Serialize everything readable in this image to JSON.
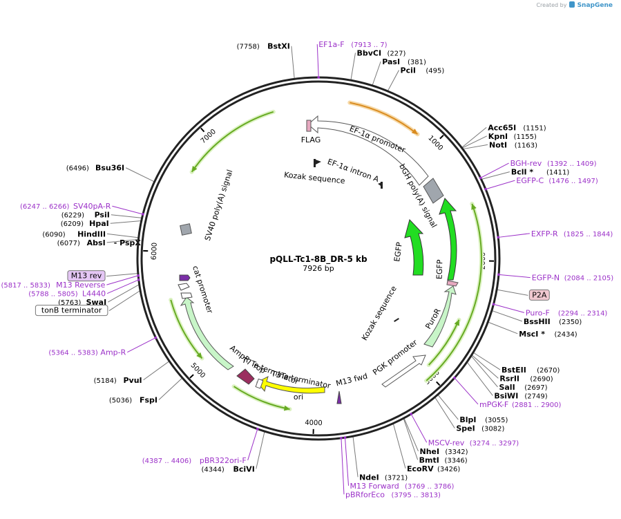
{
  "credit": {
    "created_by": "Created by",
    "brand": "SnapGene"
  },
  "plasmid": {
    "name": "pQLL-Tc1-8B_DR-5 kb",
    "size": "7926 bp",
    "length": 7926
  },
  "ticks": [
    {
      "bp": 1000,
      "label": "1000"
    },
    {
      "bp": 2000,
      "label": "2000"
    },
    {
      "bp": 3000,
      "label": "3000"
    },
    {
      "bp": 4000,
      "label": "4000"
    },
    {
      "bp": 5000,
      "label": "5000"
    },
    {
      "bp": 6000,
      "label": "6000"
    },
    {
      "bp": 7000,
      "label": "7000"
    }
  ],
  "sites": [
    {
      "bp": 7758,
      "name": "BstXI",
      "pos": "(7758)",
      "kind": "enzyme"
    },
    {
      "bp": 1,
      "name": "EF1a-F",
      "pos": "(7913 .. 7)",
      "kind": "primer"
    },
    {
      "bp": 227,
      "name": "BbvCI",
      "pos": "(227)",
      "kind": "enzyme"
    },
    {
      "bp": 381,
      "name": "PasI",
      "pos": "(381)",
      "kind": "enzyme"
    },
    {
      "bp": 495,
      "name": "PciI",
      "pos": "(495)",
      "kind": "enzyme"
    },
    {
      "bp": 1151,
      "name": "Acc65I",
      "pos": "(1151)",
      "kind": "enzyme"
    },
    {
      "bp": 1155,
      "name": "KpnI",
      "pos": "(1155)",
      "kind": "enzyme"
    },
    {
      "bp": 1163,
      "name": "NotI",
      "pos": "(1163)",
      "kind": "enzyme"
    },
    {
      "bp": 1400,
      "name": "BGH-rev",
      "pos": "(1392 .. 1409)",
      "kind": "primer"
    },
    {
      "bp": 1411,
      "name": "BclI *",
      "pos": "(1411)",
      "kind": "enzyme"
    },
    {
      "bp": 1486,
      "name": "EGFP-C",
      "pos": "(1476 .. 1497)",
      "kind": "primer"
    },
    {
      "bp": 1834,
      "name": "EXFP-R",
      "pos": "(1825 .. 1844)",
      "kind": "primer"
    },
    {
      "bp": 2094,
      "name": "EGFP-N",
      "pos": "(2084 .. 2105)",
      "kind": "primer"
    },
    {
      "bp": 2200,
      "name": "P2A",
      "pos": "",
      "kind": "feature-box"
    },
    {
      "bp": 2304,
      "name": "Puro-F",
      "pos": "(2294 .. 2314)",
      "kind": "primer"
    },
    {
      "bp": 2350,
      "name": "BssHII",
      "pos": "(2350)",
      "kind": "enzyme"
    },
    {
      "bp": 2434,
      "name": "MscI *",
      "pos": "(2434)",
      "kind": "enzyme"
    },
    {
      "bp": 2670,
      "name": "BstEII",
      "pos": "(2670)",
      "kind": "enzyme"
    },
    {
      "bp": 2690,
      "name": "RsrII",
      "pos": "(2690)",
      "kind": "enzyme"
    },
    {
      "bp": 2697,
      "name": "SalI",
      "pos": "(2697)",
      "kind": "enzyme"
    },
    {
      "bp": 2749,
      "name": "BsiWI",
      "pos": "(2749)",
      "kind": "enzyme"
    },
    {
      "bp": 2890,
      "name": "mPGK-F",
      "pos": "(2881 .. 2900)",
      "kind": "primer"
    },
    {
      "bp": 3055,
      "name": "BlpI",
      "pos": "(3055)",
      "kind": "enzyme"
    },
    {
      "bp": 3082,
      "name": "SpeI",
      "pos": "(3082)",
      "kind": "enzyme"
    },
    {
      "bp": 3285,
      "name": "MSCV-rev",
      "pos": "(3274 .. 3297)",
      "kind": "primer"
    },
    {
      "bp": 3342,
      "name": "NheI",
      "pos": "(3342)",
      "kind": "enzyme"
    },
    {
      "bp": 3346,
      "name": "BmtI",
      "pos": "(3346)",
      "kind": "enzyme"
    },
    {
      "bp": 3426,
      "name": "EcoRV",
      "pos": "(3426)",
      "kind": "enzyme"
    },
    {
      "bp": 3721,
      "name": "NdeI",
      "pos": "(3721)",
      "kind": "enzyme"
    },
    {
      "bp": 3777,
      "name": "M13 Forward",
      "pos": "(3769 .. 3786)",
      "kind": "primer"
    },
    {
      "bp": 3804,
      "name": "pBRforEco",
      "pos": "(3795 .. 3813)",
      "kind": "primer"
    },
    {
      "bp": 4344,
      "name": "BciVI",
      "pos": "(4344)",
      "kind": "enzyme"
    },
    {
      "bp": 4396,
      "name": "pBR322ori-F",
      "pos": "(4387 .. 4406)",
      "kind": "primer"
    },
    {
      "bp": 5036,
      "name": "FspI",
      "pos": "(5036)",
      "kind": "enzyme"
    },
    {
      "bp": 5184,
      "name": "PvuI",
      "pos": "(5184)",
      "kind": "enzyme"
    },
    {
      "bp": 5373,
      "name": "Amp-R",
      "pos": "(5364 .. 5383)",
      "kind": "primer"
    },
    {
      "bp": 5720,
      "name": "tonB terminator",
      "pos": "",
      "kind": "feature-box"
    },
    {
      "bp": 5763,
      "name": "SwaI",
      "pos": "(5763)",
      "kind": "enzyme"
    },
    {
      "bp": 5796,
      "name": "L4440",
      "pos": "(5788 .. 5805)",
      "kind": "primer"
    },
    {
      "bp": 5825,
      "name": "M13 Reverse",
      "pos": "(5817 .. 5833)",
      "kind": "primer"
    },
    {
      "bp": 5840,
      "name": "M13 rev",
      "pos": "",
      "kind": "feature-box-purple"
    },
    {
      "bp": 6077,
      "name": "AbsI",
      "pos": "(6077)",
      "kind": "enzyme",
      "extra": "- PspXI"
    },
    {
      "bp": 6090,
      "name": "HindIII",
      "pos": "(6090)",
      "kind": "enzyme"
    },
    {
      "bp": 6209,
      "name": "HpaI",
      "pos": "(6209)",
      "kind": "enzyme"
    },
    {
      "bp": 6229,
      "name": "PsiI",
      "pos": "(6229)",
      "kind": "enzyme"
    },
    {
      "bp": 6256,
      "name": "SV40pA-R",
      "pos": "(6247 .. 6266)",
      "kind": "primer"
    },
    {
      "bp": 6496,
      "name": "Bsu36I",
      "pos": "(6496)",
      "kind": "enzyme"
    }
  ],
  "features": {
    "ef1a_promoter": "EF-1α promoter",
    "ef1a_intron": "EF-1α intron A",
    "kozak_top": "Kozak sequence",
    "kozak_bottom": "Kozak sequence",
    "flag": "FLAG",
    "bgh": "bGH poly(A) signal",
    "egfp_inner": "EGFP",
    "egfp_outer": "EGFP",
    "puror": "PuroR",
    "pgk": "PGK promoter",
    "m13fwd": "M13 fwd",
    "ori": "ori",
    "t3te": "T3Te terminator",
    "rop": "rop",
    "t7te": "T7Te terminator",
    "ampr": "AmpR",
    "cat": "cat promoter",
    "sv40": "SV40 poly(A) signal"
  },
  "colors": {
    "backbone": "#222222",
    "egfp": "#22dd22",
    "puror": "#c8f5c8",
    "ampr": "#9b2f5f",
    "ori": "#ffff00",
    "primer": "#9b30c8",
    "orf_orange": "#d98b1f",
    "orf_green": "#66aa22"
  }
}
